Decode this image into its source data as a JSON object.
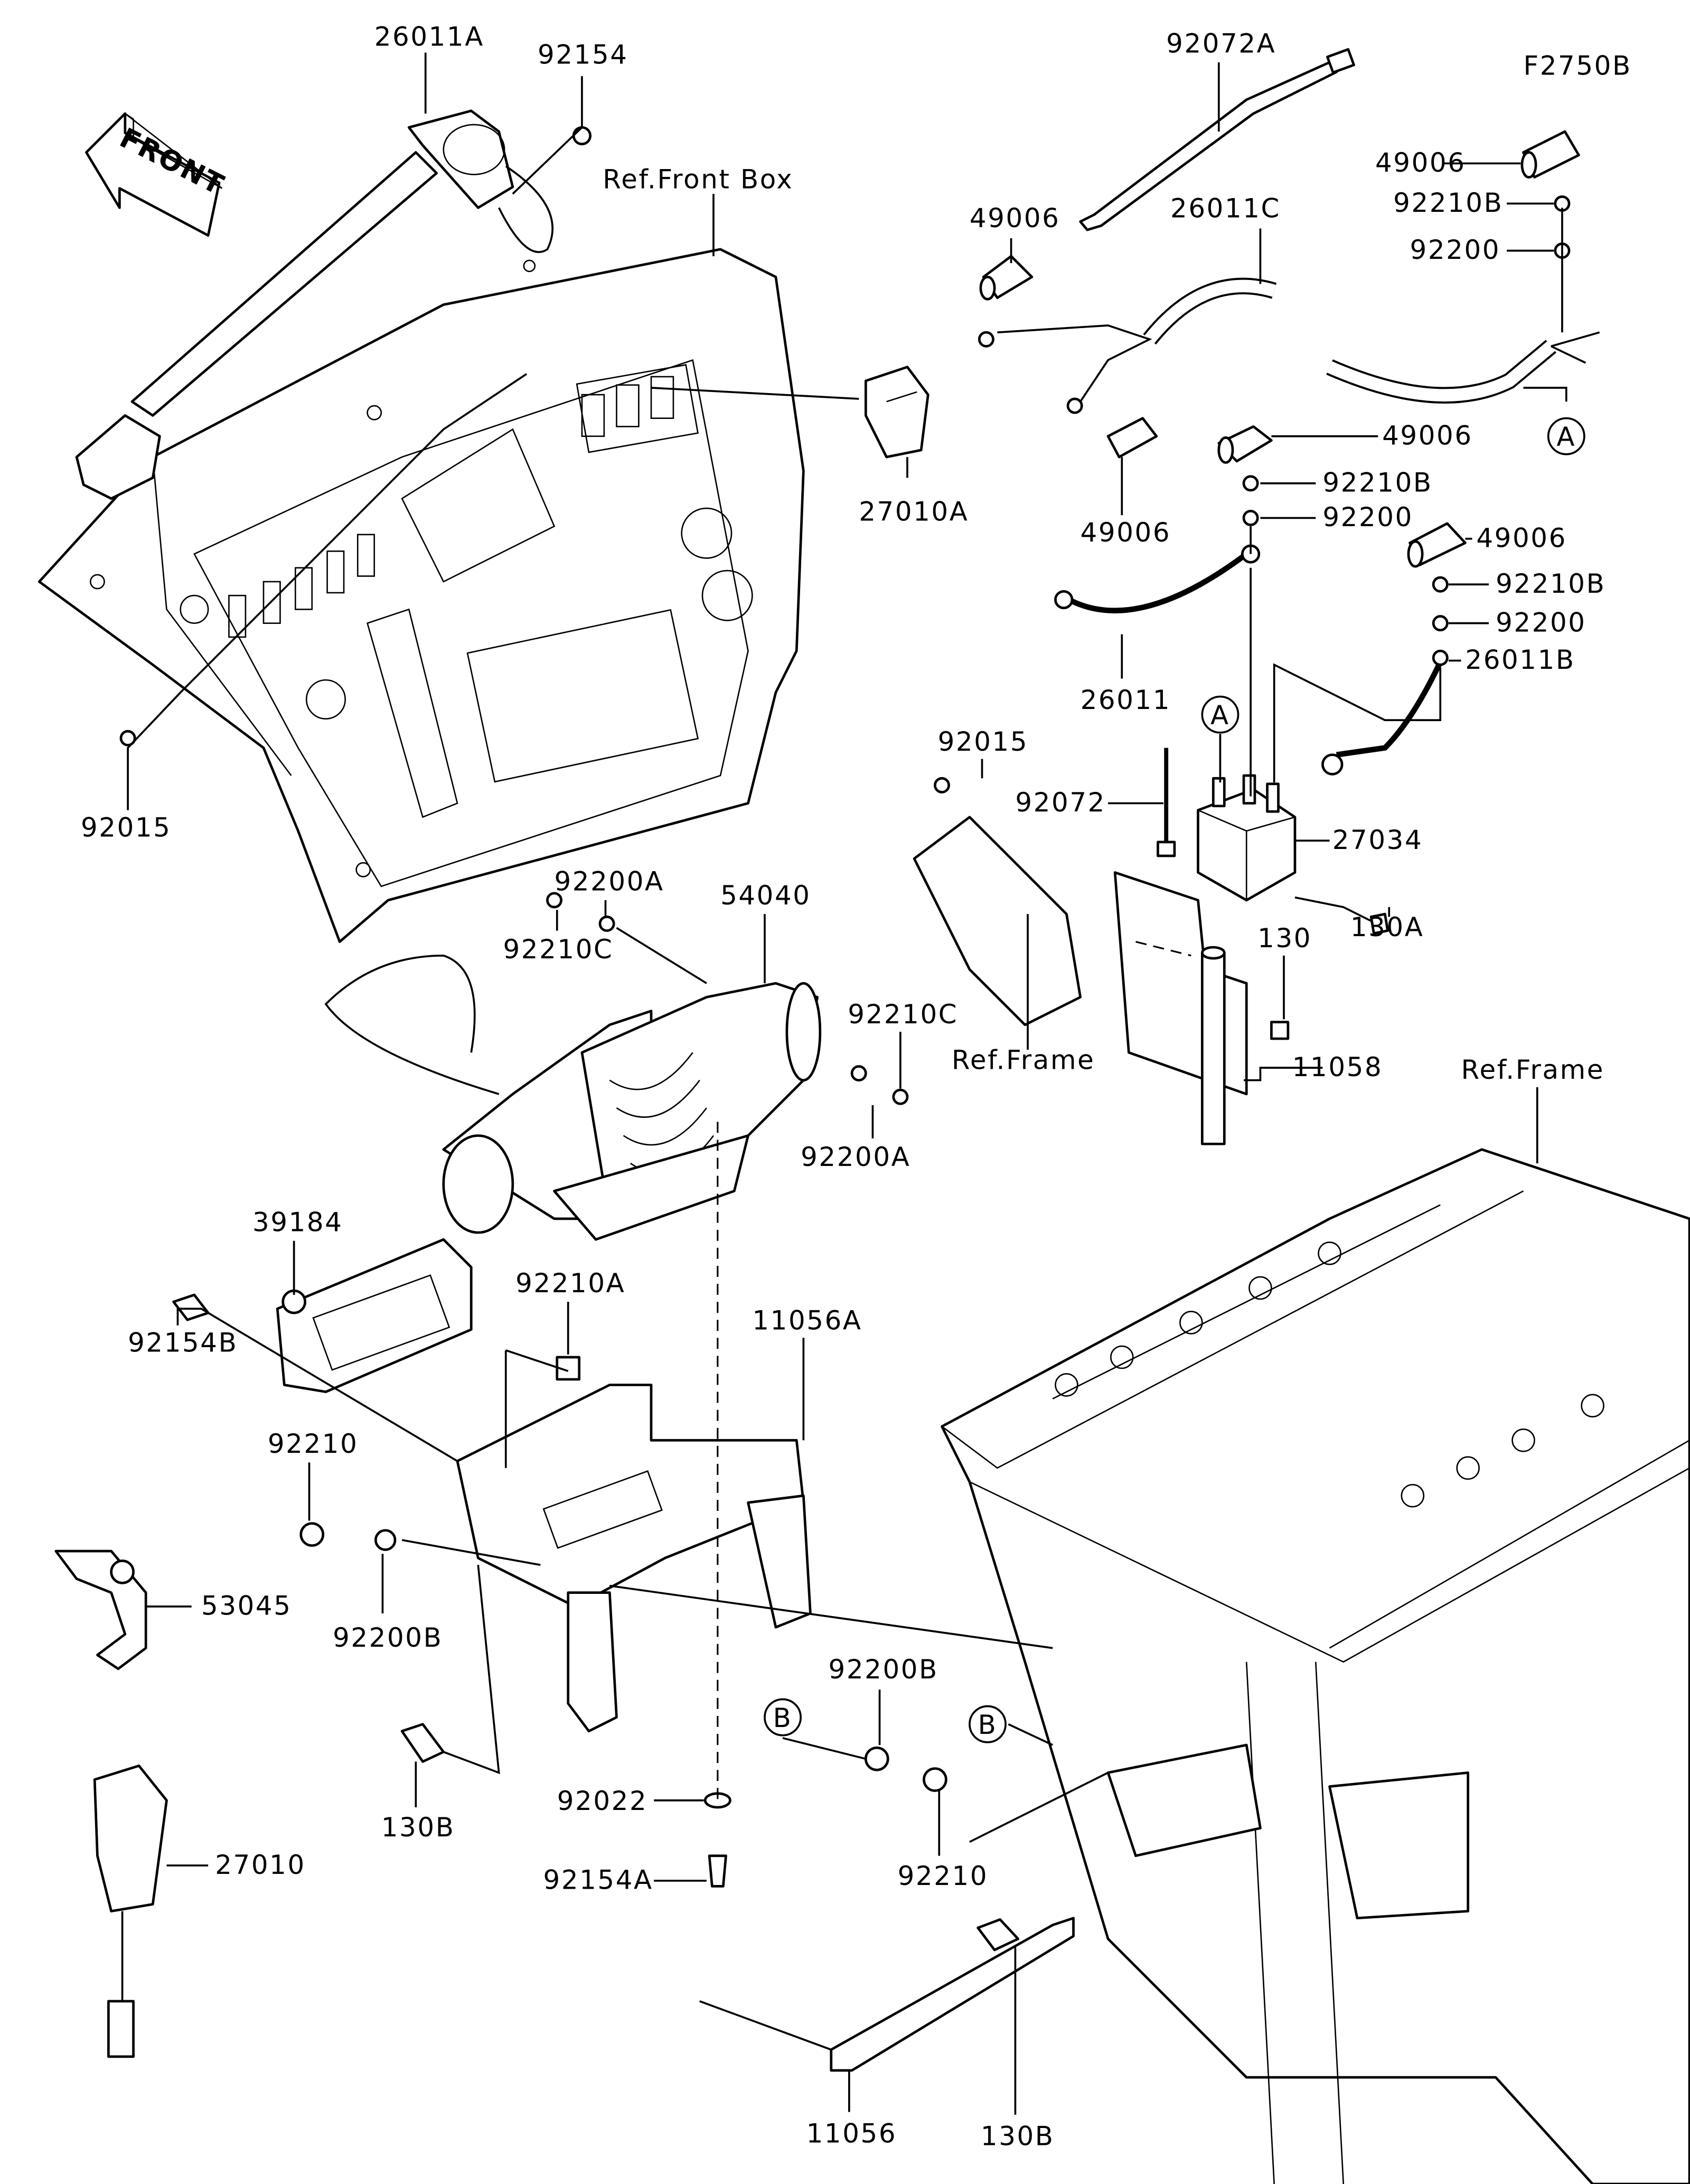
{
  "diagram_code": "F2750B",
  "front_arrow_text": "FRONT",
  "references": [
    "Ref.Front Box",
    "Ref.Frame",
    "Ref.Frame"
  ],
  "ref_markers": [
    "A",
    "A",
    "B",
    "B"
  ],
  "callouts": [
    "26011A",
    "92154",
    "92072A",
    "49006",
    "92210B",
    "92200",
    "49006",
    "26011C",
    "27010A",
    "49006",
    "49006",
    "92210B",
    "92200",
    "49006",
    "92210B",
    "92200",
    "26011B",
    "26011",
    "92015",
    "92072",
    "27034",
    "130A",
    "130",
    "92015",
    "92200A",
    "54040",
    "92210C",
    "92210C",
    "11058",
    "92200A",
    "39184",
    "92210A",
    "11056A",
    "92154B",
    "92210",
    "53045",
    "92200B",
    "92200B",
    "130B",
    "92022",
    "92154A",
    "92210",
    "27010",
    "11056",
    "130B"
  ]
}
